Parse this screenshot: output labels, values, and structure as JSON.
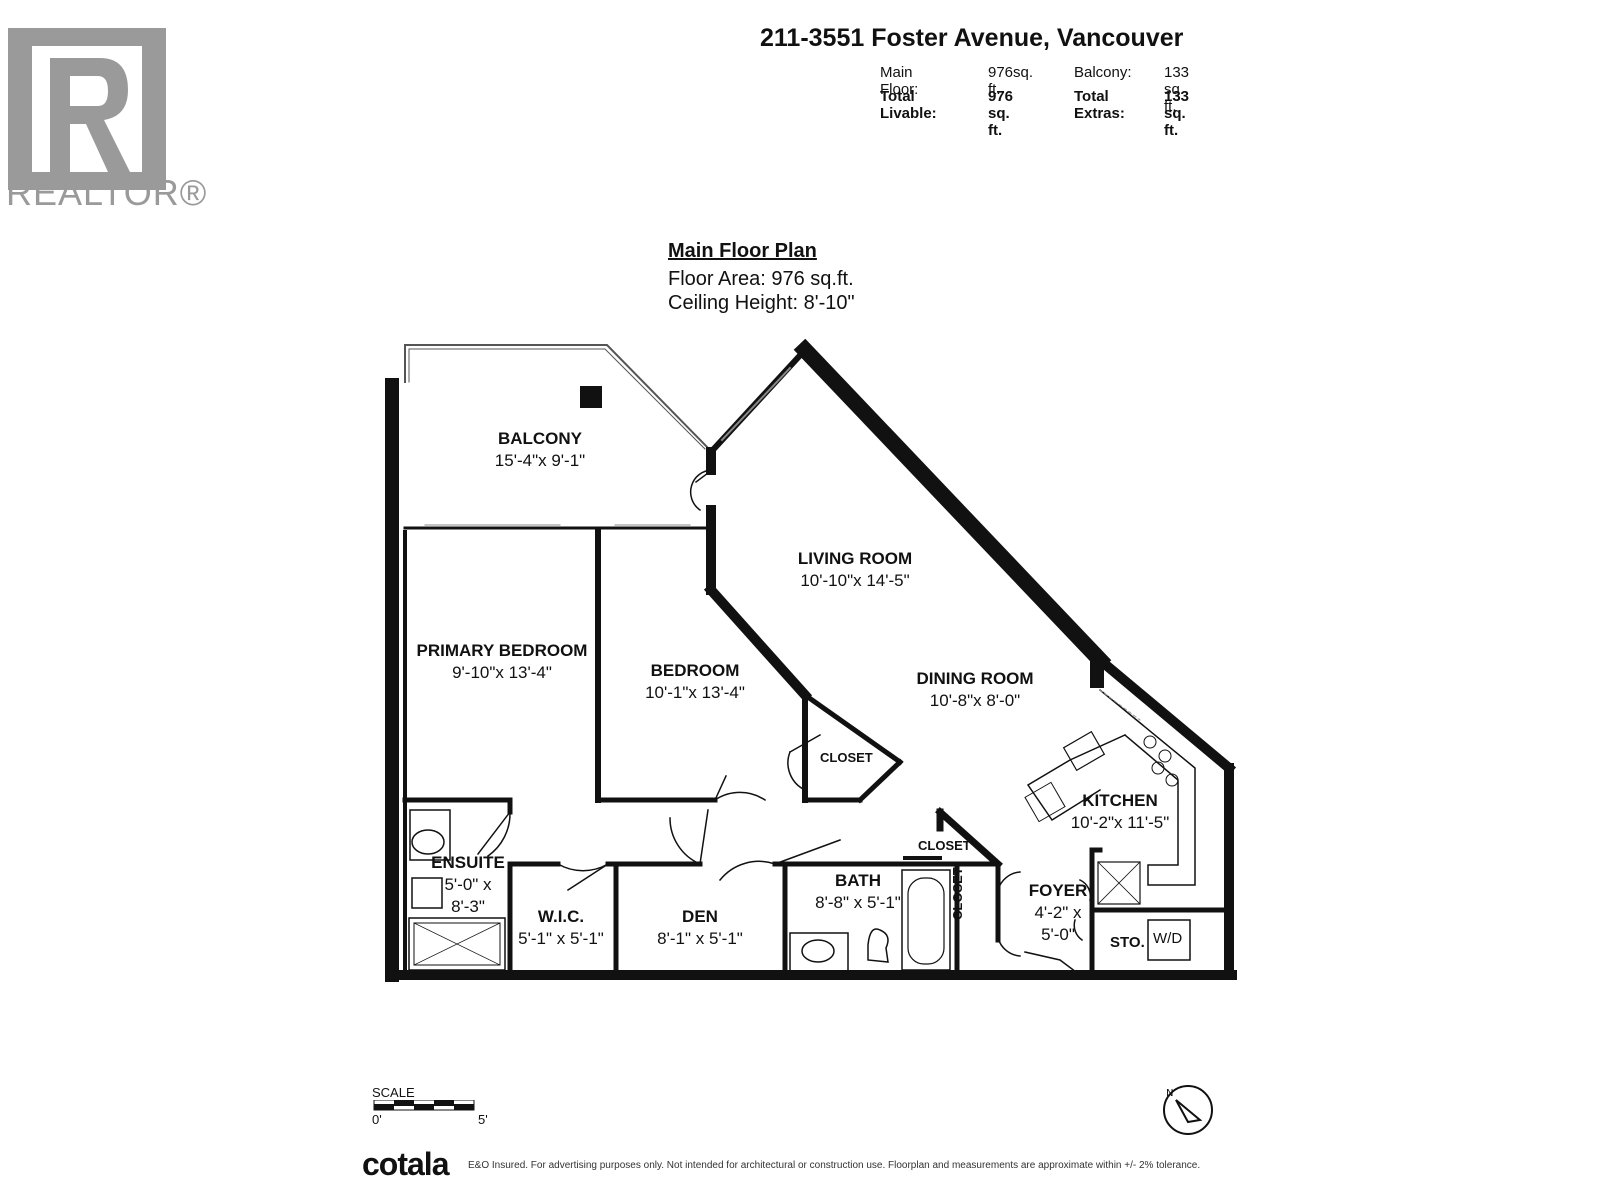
{
  "header": {
    "logo_text": "REALTOR®",
    "address": "211-3551 Foster Avenue, Vancouver",
    "main_floor_label": "Main Floor:",
    "main_floor_value": "976sq. ft.",
    "balcony_label": "Balcony:",
    "balcony_value": "133 sq. ft.",
    "total_livable_label": "Total Livable:",
    "total_livable_value": "976 sq. ft.",
    "total_extras_label": "Total Extras:",
    "total_extras_value": "133 sq. ft."
  },
  "plan": {
    "title": "Main Floor Plan",
    "floor_area": "Floor Area: 976 sq.ft.",
    "ceiling_height": "Ceiling Height: 8'-10\""
  },
  "rooms": {
    "balcony": {
      "name": "BALCONY",
      "dims": "15'-4\"x 9'-1\""
    },
    "living": {
      "name": "LIVING ROOM",
      "dims": "10'-10\"x 14'-5\""
    },
    "primary": {
      "name": "PRIMARY BEDROOM",
      "dims": "9'-10\"x 13'-4\""
    },
    "bedroom": {
      "name": "BEDROOM",
      "dims": "10'-1\"x 13'-4\""
    },
    "dining": {
      "name": "DINING ROOM",
      "dims": "10'-8\"x 8'-0\""
    },
    "kitchen": {
      "name": "KITCHEN",
      "dims": "10'-2\"x 11'-5\""
    },
    "ensuite": {
      "name": "ENSUITE",
      "dims_a": "5'-0\" x",
      "dims_b": "8'-3\""
    },
    "wic": {
      "name": "W.I.C.",
      "dims": "5'-1\" x 5'-1\""
    },
    "den": {
      "name": "DEN",
      "dims": "8'-1\" x 5'-1\""
    },
    "bath": {
      "name": "BATH",
      "dims": "8'-8\" x 5'-1\""
    },
    "foyer": {
      "name": "FOYER",
      "dims_a": "4'-2\" x",
      "dims_b": "5'-0\""
    },
    "closet_bedroom": "CLOSET",
    "closet_bath": "CLOSET",
    "closet_foyer": "CLOSET",
    "storage": "STO.",
    "washer_dryer": "W/D"
  },
  "scale": {
    "label": "SCALE",
    "start": "0'",
    "end": "5'"
  },
  "footer": {
    "brand": "cotala",
    "disclaimer": "E&O Insured. For advertising purposes only. Not intended for architectural or construction use. Floorplan and measurements are approximate within +/- 2% tolerance."
  },
  "colors": {
    "wall": "#111111",
    "logo_gray": "#9a9a9a"
  },
  "icons": [
    "realtor-logo-icon",
    "north-compass-icon"
  ]
}
